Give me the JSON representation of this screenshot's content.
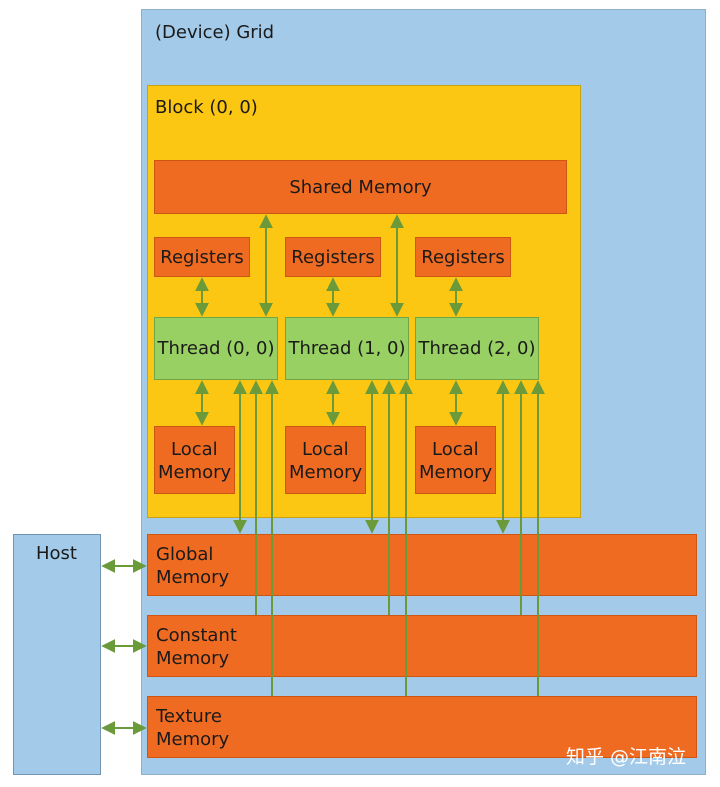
{
  "grid": {
    "label": "(Device) Grid"
  },
  "block": {
    "label": "Block (0, 0)"
  },
  "shared_memory": {
    "label": "Shared Memory"
  },
  "threads": [
    {
      "registers": "Registers",
      "thread": "Thread (0, 0)",
      "local_line1": "Local",
      "local_line2": "Memory"
    },
    {
      "registers": "Registers",
      "thread": "Thread (1, 0)",
      "local_line1": "Local",
      "local_line2": "Memory"
    },
    {
      "registers": "Registers",
      "thread": "Thread (2, 0)",
      "local_line1": "Local",
      "local_line2": "Memory"
    }
  ],
  "global_memory": {
    "line1": "Global",
    "line2": "Memory"
  },
  "constant_memory": {
    "line1": "Constant",
    "line2": "Memory"
  },
  "texture_memory": {
    "line1": "Texture",
    "line2": "Memory"
  },
  "host": {
    "label": "Host"
  },
  "watermark": "知乎 @江南泣",
  "colors": {
    "grid": "#a3cbe9",
    "block": "#fcc712",
    "memory": "#f06b22",
    "thread": "#98d063",
    "arrow": "#6b9a3b"
  }
}
